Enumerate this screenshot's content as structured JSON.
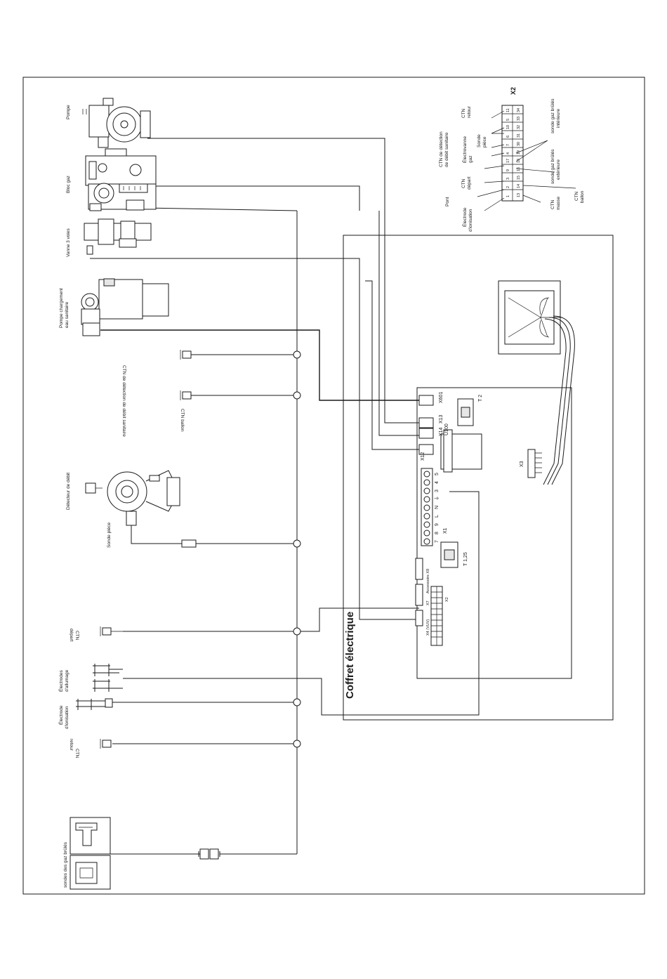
{
  "title": "Coffret électrique",
  "components": {
    "pompe": "Pompe",
    "bloc_gaz": "Bloc gaz",
    "vanne_3_voies": "Vanne 3 voies",
    "pompe_chargement": [
      "Pompe chargement",
      "eau sanitaire"
    ],
    "ctn_detection": "CTN de détection de débit sanitaire",
    "ctn_ballon": "CTN ballon",
    "detecteur_debit": "Détecteur de débit",
    "sonde_piece": "Sonde pièce",
    "ctn_depart": [
      "CTN",
      "départ"
    ],
    "electrodes_allumage": [
      "Électrodes",
      "d'allumage"
    ],
    "electrode_ionisation": [
      "Électrode",
      "d'ionisation"
    ],
    "ctn_retour": [
      "CTN",
      "retour"
    ],
    "sondes_gaz_brules": "sondes des gaz brûlés"
  },
  "board": {
    "connectors": [
      "X601",
      "X13",
      "X14",
      "X12"
    ],
    "u100": "U100",
    "t2": "T 2",
    "x1": "X1",
    "t125": "T 1,25",
    "terminal_labels": [
      "7",
      "8",
      "9",
      "L",
      "N",
      "⏚",
      "3",
      "4",
      "5"
    ],
    "x8": "Accessoire X8",
    "x7": "X7",
    "x4": "X4 (VUV)",
    "x2_small": "X2",
    "x3": "X3"
  },
  "x2_legend": {
    "header": "X2",
    "pins_left": [
      "11",
      "5",
      "10",
      "6",
      "7",
      "4",
      "17",
      "9",
      "3",
      "2",
      "1"
    ],
    "pins_right": [
      "34",
      "33",
      "32",
      "31",
      "30",
      "19",
      "18",
      "16",
      "15",
      "14",
      "13"
    ],
    "labels": {
      "ctn_retour": [
        "CTN",
        "retour"
      ],
      "ctn_detection": [
        "CTN de détection",
        "de débit sanitaire"
      ],
      "sonde_piece": [
        "Sonde",
        "pièce"
      ],
      "electrovanne": [
        "Électrovanne",
        "gaz"
      ],
      "sonde_gaz_int": [
        "sonde gaz brûlés",
        "intérieure"
      ],
      "sonde_gaz_ext": [
        "sonde gaz brûlés",
        "extérieure"
      ],
      "ctn_depart": [
        "CTN",
        "départ"
      ],
      "pont": "Pont",
      "electrode_ionisation": [
        "Électrode",
        "d'ionisation"
      ],
      "ctn_masse": [
        "CTN",
        "masse"
      ],
      "ctn_ballon": [
        "CTN",
        "ballon"
      ]
    }
  }
}
